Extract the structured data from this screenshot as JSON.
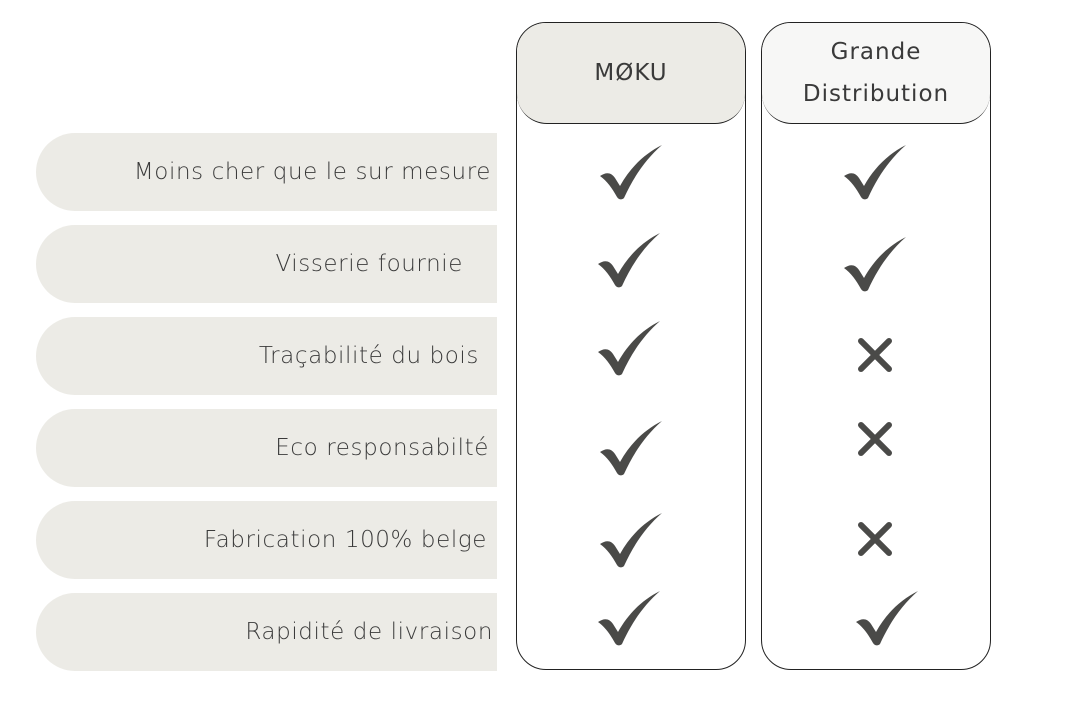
{
  "columns": [
    {
      "title_lines": [
        "MØKU"
      ],
      "header_bg": "#ecebe6"
    },
    {
      "title_lines": [
        "Grande",
        "Distribution"
      ],
      "header_bg": "#f7f7f6"
    }
  ],
  "rows": [
    {
      "label": "Moins cher que le sur mesure",
      "moku": "check",
      "grande": "check"
    },
    {
      "label": "Visserie fournie",
      "moku": "check",
      "grande": "check"
    },
    {
      "label": "Traçabilité du bois",
      "moku": "check",
      "grande": "cross"
    },
    {
      "label": "Eco responsabilté",
      "moku": "check",
      "grande": "cross"
    },
    {
      "label": "Fabrication 100% belge",
      "moku": "check",
      "grande": "cross"
    },
    {
      "label": "Rapidité de livraison",
      "moku": "check",
      "grande": "check"
    }
  ],
  "colors": {
    "label_bg": "#ecebe6",
    "mark": "#4a4a48",
    "border": "#222222"
  },
  "icons": {
    "check": "check-icon",
    "cross": "cross-icon"
  }
}
